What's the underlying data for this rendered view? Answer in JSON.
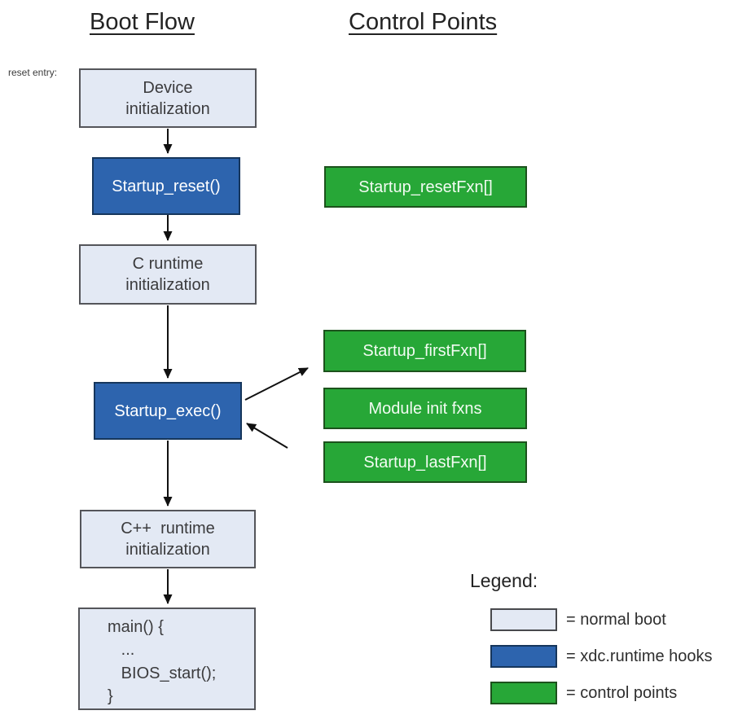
{
  "titles": {
    "boot_flow": "Boot Flow",
    "control_points": "Control Points"
  },
  "annotations": {
    "reset_entry": "reset entry:"
  },
  "colors": {
    "normal_boot": "#e3e9f4",
    "xdc_runtime_hooks": "#2d64ae",
    "control_points": "#27a737"
  },
  "boot_flow": {
    "device_init": "Device\ninitialization",
    "startup_reset": "Startup_reset()",
    "c_runtime_init": "C runtime\ninitialization",
    "startup_exec": "Startup_exec()",
    "cpp_runtime_init": "C++  runtime\ninitialization",
    "main_block": "main() {\n   ...\n   BIOS_start();\n}"
  },
  "control_points": {
    "startup_reset_fxn": "Startup_resetFxn[]",
    "startup_first_fxn": "Startup_firstFxn[]",
    "module_init_fxns": "Module init fxns",
    "startup_last_fxn": "Startup_lastFxn[]"
  },
  "legend": {
    "title": "Legend:",
    "items": [
      {
        "color": "#e3e9f4",
        "label": "= normal boot"
      },
      {
        "color": "#2d64ae",
        "label": "= xdc.runtime hooks"
      },
      {
        "color": "#27a737",
        "label": "= control points"
      }
    ]
  }
}
